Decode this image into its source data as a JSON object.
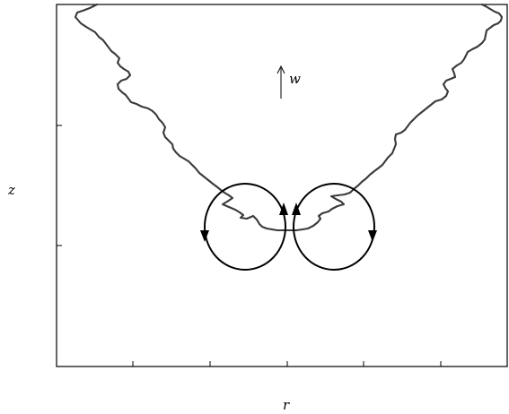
{
  "axes": {
    "xlabel": "r",
    "ylabel": "z"
  },
  "annotation": {
    "velocity_label": "w",
    "direction": "up"
  },
  "vortices": [
    {
      "side": "left",
      "rotation": "counterclockwise"
    },
    {
      "side": "right",
      "rotation": "clockwise"
    }
  ],
  "colors": {
    "front": "#3a3a3a",
    "vortex": "#000000",
    "frame": "#000000"
  }
}
